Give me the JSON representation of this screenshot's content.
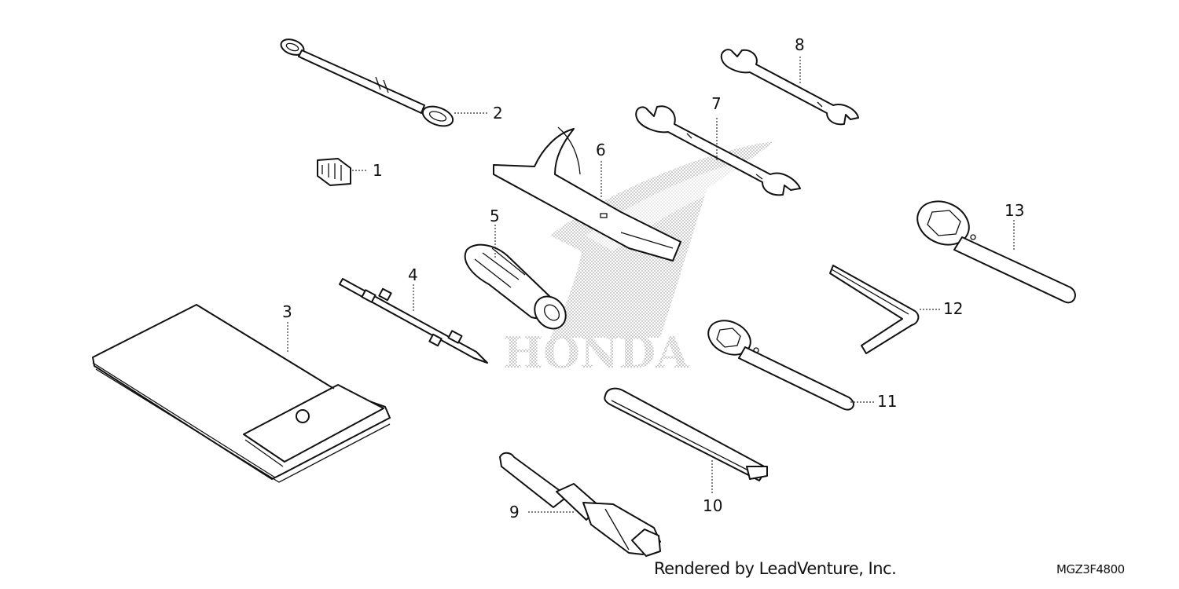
{
  "diagram": {
    "parts": [
      {
        "num": "1",
        "icon": "tool-fuse-clip-icon"
      },
      {
        "num": "2",
        "icon": "tool-ring-wrench-icon"
      },
      {
        "num": "3",
        "icon": "tool-bag-icon"
      },
      {
        "num": "4",
        "icon": "tool-screwdriver-bit-icon"
      },
      {
        "num": "5",
        "icon": "tool-screwdriver-handle-icon"
      },
      {
        "num": "6",
        "icon": "tool-pin-spanner-icon"
      },
      {
        "num": "7",
        "icon": "tool-open-wrench-large-icon"
      },
      {
        "num": "8",
        "icon": "tool-open-wrench-small-icon"
      },
      {
        "num": "9",
        "icon": "tool-plug-wrench-icon"
      },
      {
        "num": "10",
        "icon": "tool-extension-bar-icon"
      },
      {
        "num": "11",
        "icon": "tool-box-wrench-small-icon"
      },
      {
        "num": "12",
        "icon": "tool-hex-key-icon"
      },
      {
        "num": "13",
        "icon": "tool-box-wrench-large-icon"
      }
    ],
    "watermark": {
      "text": "HONDA",
      "icon": "honda-wing-logo-icon"
    },
    "credit": "Rendered by LeadVenture, Inc.",
    "diagram_code": "MGZ3F4800"
  }
}
